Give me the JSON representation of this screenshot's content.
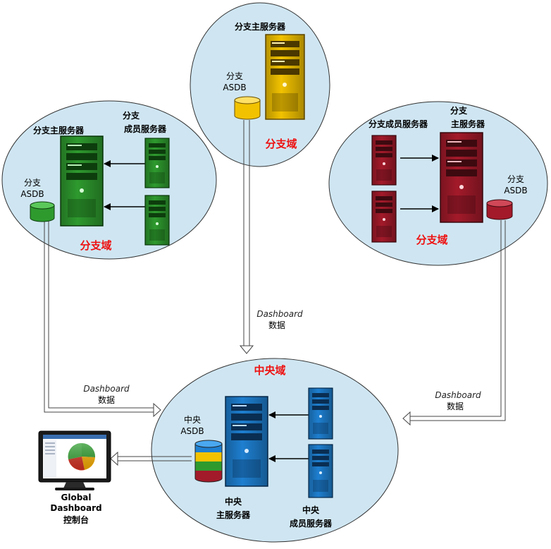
{
  "branch_left": {
    "main_server": "分支主服务器",
    "member_server_line1": "分支",
    "member_server_line2": "成员服务器",
    "asdb_line1": "分支",
    "asdb_line2": "ASDB",
    "domain": "分支域"
  },
  "branch_top": {
    "main_server": "分支主服务器",
    "asdb_line1": "分支",
    "asdb_line2": "ASDB",
    "domain": "分支域"
  },
  "branch_right": {
    "member_server": "分支成员服务器",
    "main_server_line1": "分支",
    "main_server_line2": "主服务器",
    "asdb_line1": "分支",
    "asdb_line2": "ASDB",
    "domain": "分支域"
  },
  "central": {
    "domain": "中央域",
    "asdb_line1": "中央",
    "asdb_line2": "ASDB",
    "main_server_line1": "中央",
    "main_server_line2": "主服务器",
    "member_server_line1": "中央",
    "member_server_line2": "成员服务器"
  },
  "flows": {
    "left_line1": "Dashboard",
    "left_line2": "数据",
    "center_line1": "Dashboard",
    "center_line2": "数据",
    "right_line1": "Dashboard",
    "right_line2": "数据"
  },
  "console": {
    "line1": "Global",
    "line2": "Dashboard",
    "line3": "控制台"
  },
  "colors": {
    "green": "#2e9a2e",
    "yellow": "#f2c200",
    "red": "#a31a2a",
    "blue": "#1e7fd0",
    "domain_label": "#ee1111",
    "ellipse_fill": "#cfe6f2"
  }
}
